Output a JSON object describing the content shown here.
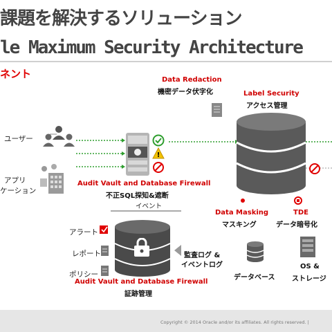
{
  "slide": {
    "title_line1": "課題を解決するソリューション",
    "title_line2": "le Maximum Security Architecture",
    "section_label": "ネント"
  },
  "left": {
    "users_label": "ユーザー",
    "app_label_line1": "アプリ",
    "app_label_line2": "ケーション"
  },
  "data_redaction": {
    "title": "Data Redaction",
    "subtitle": "機密データ伏字化"
  },
  "label_security": {
    "title": "Label Security",
    "subtitle": "アクセス管理"
  },
  "firewall": {
    "title": "Audit Vault and Database Firewall",
    "subtitle": "不正SQL探知&遮断"
  },
  "masking": {
    "title": "Data Masking",
    "subtitle": "マスキング"
  },
  "tde": {
    "title": "TDE",
    "subtitle": "データ暗号化"
  },
  "events_label": "イベント",
  "vault": {
    "alert": "アラート",
    "report": "レポート",
    "policy": "ポリシー",
    "title": "Audit Vault and Database Firewall",
    "subtitle": "証跡管理"
  },
  "logs": {
    "line1": "監査ログ &",
    "line2": "イベントログ"
  },
  "database_label": "データベース",
  "os": {
    "line1": "OS &",
    "line2": "ストレージ"
  },
  "footer": {
    "copyright": "Copyright © 2014 Oracle and/or its affiliates. All rights reserved.  |"
  },
  "colors": {
    "accent_red": "#e00000",
    "arrow_green": "#2e9e2e",
    "warning_yellow": "#f2c200",
    "db_gray": "#5a5a5a"
  },
  "icons": [
    "users-icon",
    "app-icon",
    "firewall-icon",
    "check-icon",
    "warning-icon",
    "block-icon",
    "document-icon",
    "database-icon",
    "lock-icon",
    "alert-icon",
    "report-icon",
    "policy-icon",
    "os-storage-icon"
  ]
}
